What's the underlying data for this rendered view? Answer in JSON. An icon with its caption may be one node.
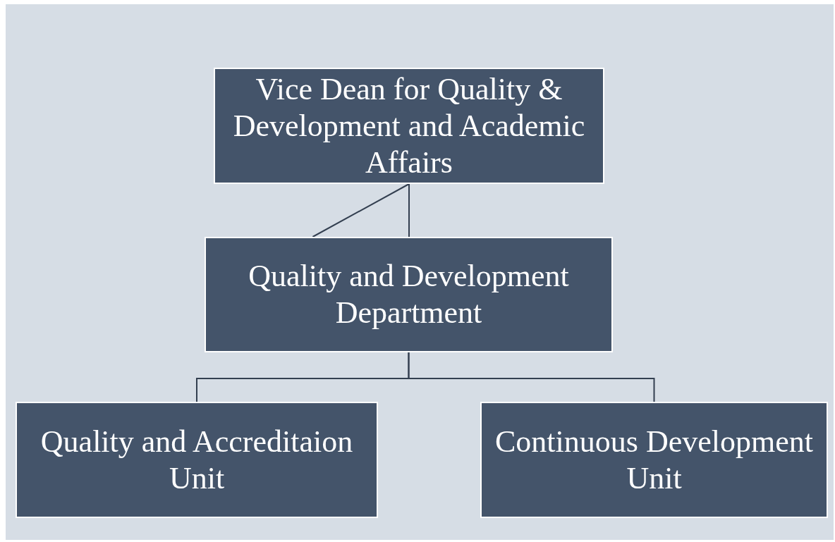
{
  "diagram": {
    "nodes": [
      {
        "text": [
          "Vice Dean for Quality & Development and Academic Affairs"
        ]
      },
      {
        "text": [
          "Quality and Development Department"
        ]
      },
      {
        "text": [
          "Quality and Accreditaion Unit"
        ]
      },
      {
        "text": [
          "Continuous Development Unit"
        ]
      }
    ],
    "edges": [
      {
        "from": 0,
        "to": 1,
        "arrow": "none"
      },
      {
        "from": 0,
        "to": 1,
        "arrow": "none"
      },
      {
        "from": 1,
        "to": 2,
        "arrow": "none"
      },
      {
        "from": 1,
        "to": 3,
        "arrow": "none"
      }
    ]
  }
}
